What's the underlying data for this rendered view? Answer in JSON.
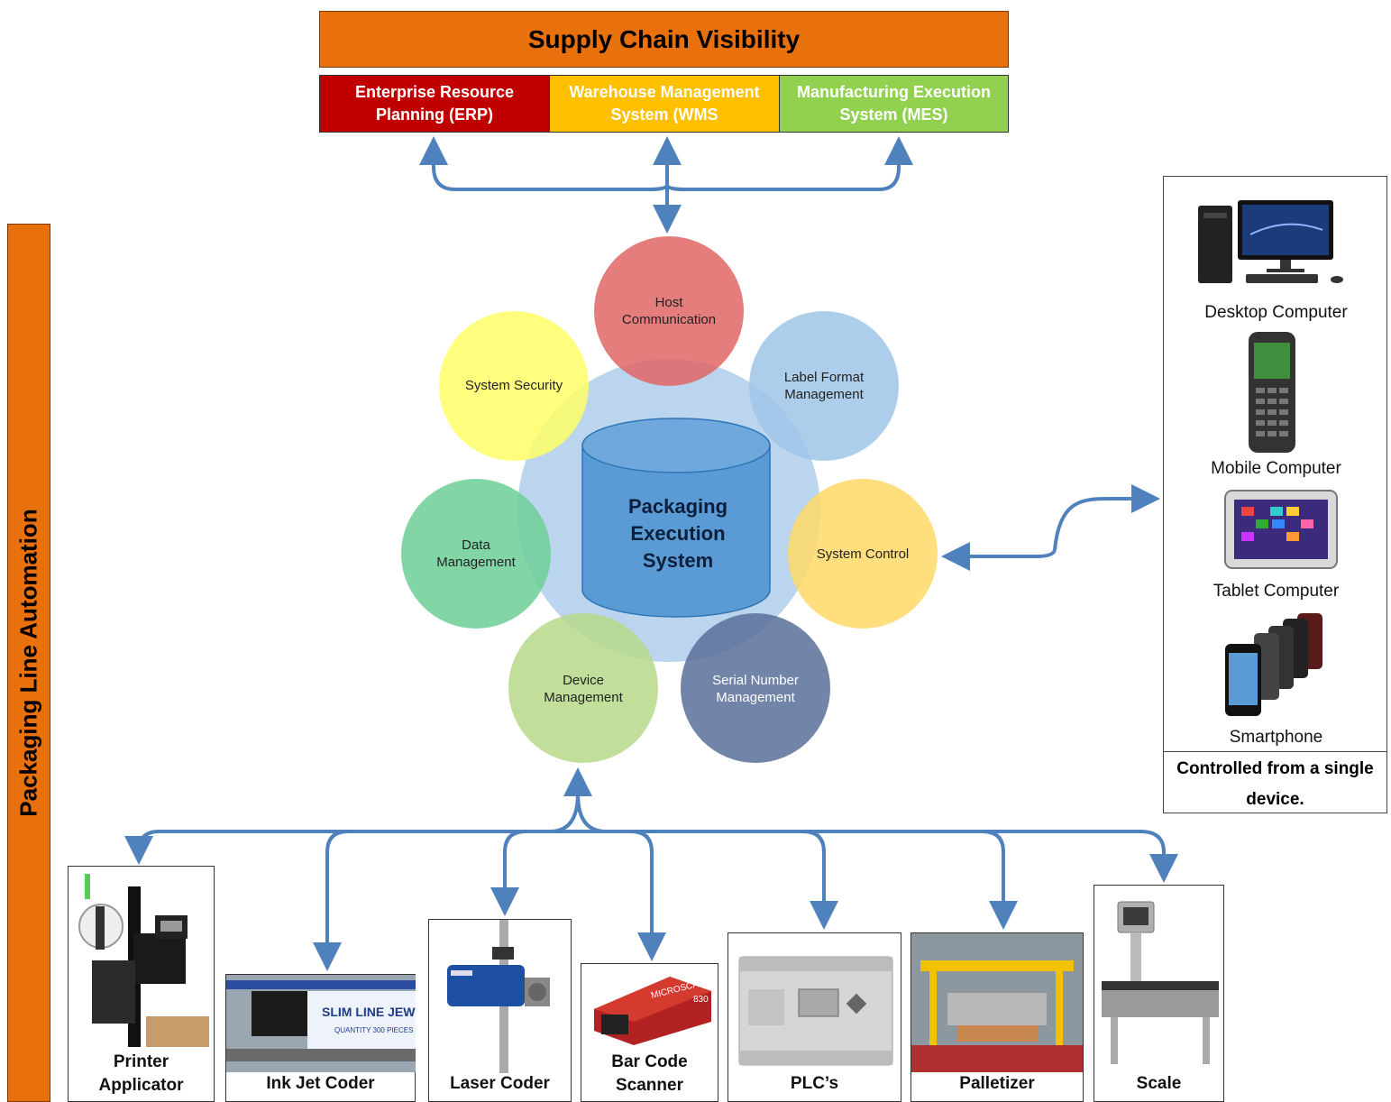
{
  "header": {
    "title": "Supply Chain Visibility"
  },
  "systems": [
    {
      "label": "Enterprise Resource\nPlanning (ERP)",
      "color": "#c00000"
    },
    {
      "label": "Warehouse Management\nSystem (WMS",
      "color": "#ffc000"
    },
    {
      "label": "Manufacturing Execution\nSystem (MES)",
      "color": "#92d050"
    }
  ],
  "side_banner": {
    "title": "Packaging Line Automation"
  },
  "center": {
    "line1": "Packaging",
    "line2": "Execution",
    "line3": "System"
  },
  "modules": {
    "host": {
      "line1": "Host",
      "line2": "Communication",
      "color": "#e06666"
    },
    "label_format": {
      "line1": "Label Format",
      "line2": "Management",
      "color": "#9fc5e8"
    },
    "system_control": {
      "line1": "System Control",
      "color": "#ffd966"
    },
    "serial_number": {
      "line1": "Serial Number",
      "line2": "Management",
      "color": "#5b6f9a"
    },
    "device_mgmt": {
      "line1": "Device",
      "line2": "Management",
      "color": "#b6d98a"
    },
    "data_mgmt": {
      "line1": "Data",
      "line2": "Management",
      "color": "#6ccf97"
    },
    "security": {
      "line1": "System Security",
      "color": "#ffff66"
    }
  },
  "devices_panel": {
    "items": [
      "Desktop Computer",
      "Mobile Computer",
      "Tablet Computer",
      "Smartphone"
    ],
    "footer": "Controlled from a single\ndevice."
  },
  "equipment": [
    {
      "label": "Printer\nApplicator"
    },
    {
      "label": "Ink Jet Coder",
      "sign_line1": "SLIM LINE JEWEL CAS",
      "sign_line2": "QUANTITY 300 PIECES"
    },
    {
      "label": "Laser Coder"
    },
    {
      "label": "Bar Code\nScanner",
      "device_brand": "MICROSCAN",
      "device_model": "830"
    },
    {
      "label": "PLC’s"
    },
    {
      "label": "Palletizer"
    },
    {
      "label": "Scale"
    }
  ],
  "connector_color": "#4f81bd"
}
